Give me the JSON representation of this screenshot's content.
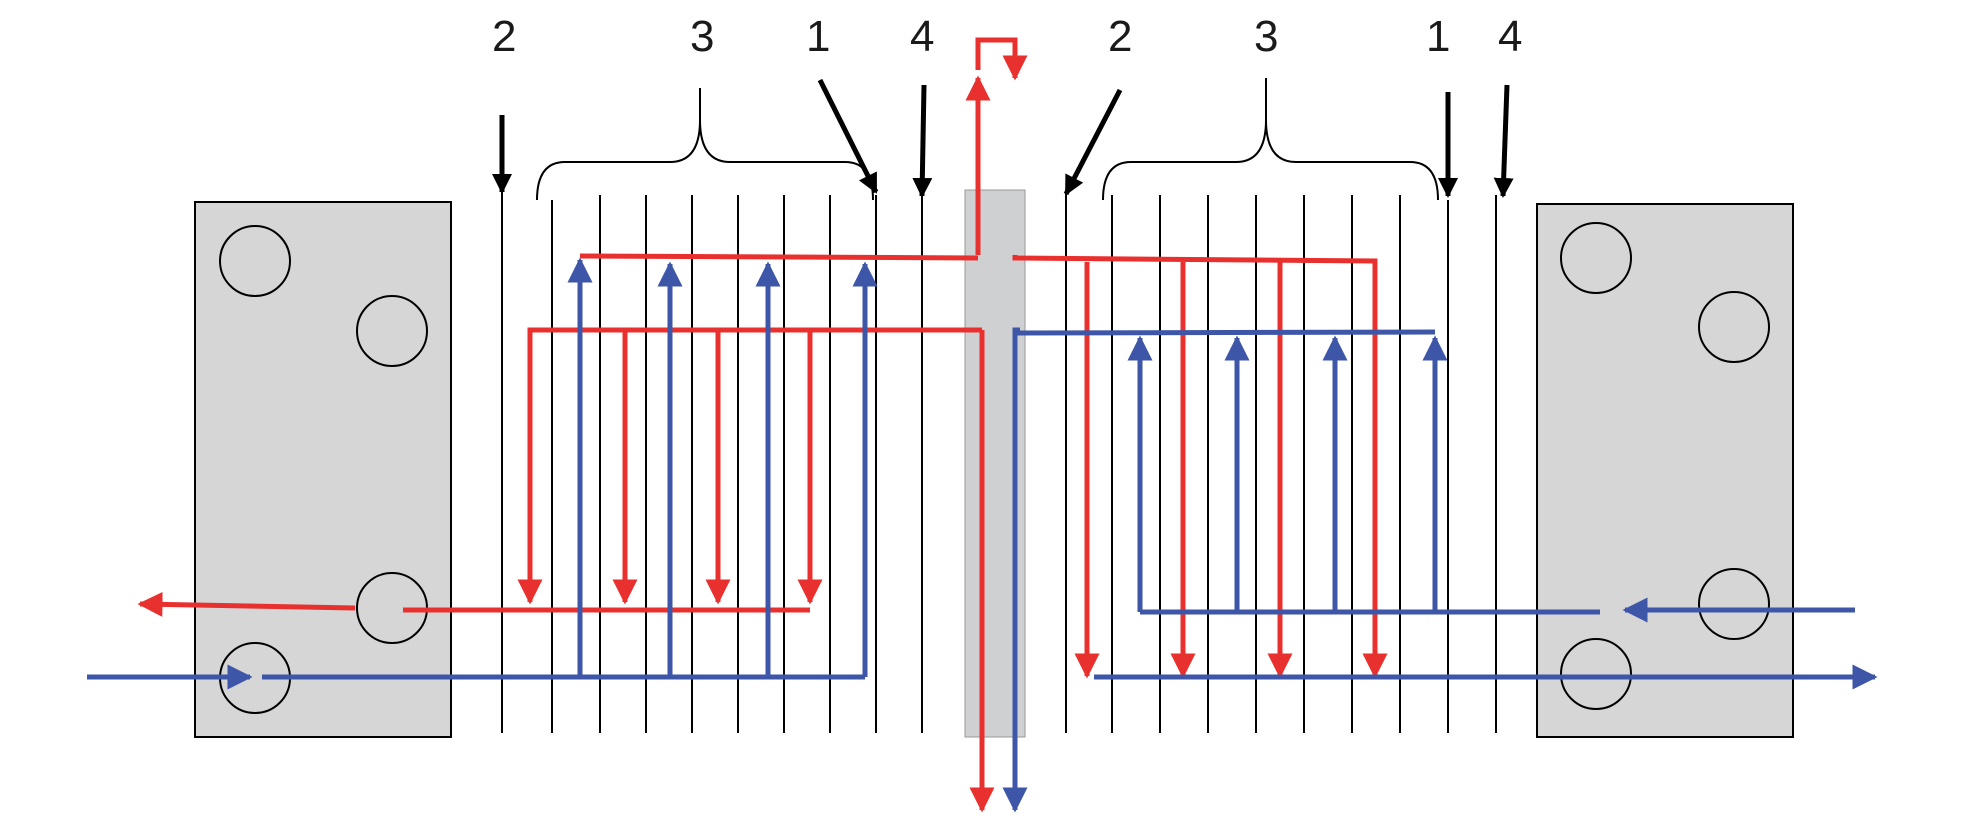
{
  "labels": {
    "left_plate_gasket": "2",
    "left_plates_group": "3",
    "left_divider_plate": "1",
    "left_end_plate": "4",
    "right_plate_gasket": "2",
    "right_plates_group": "3",
    "right_divider_plate": "1",
    "right_end_plate": "4"
  },
  "colors": {
    "hot_flow": "#e8312e",
    "cold_flow": "#3d56a8",
    "frame_fill": "#d6d6d6",
    "center_fill": "#cfd0d2",
    "ink": "#000000"
  }
}
